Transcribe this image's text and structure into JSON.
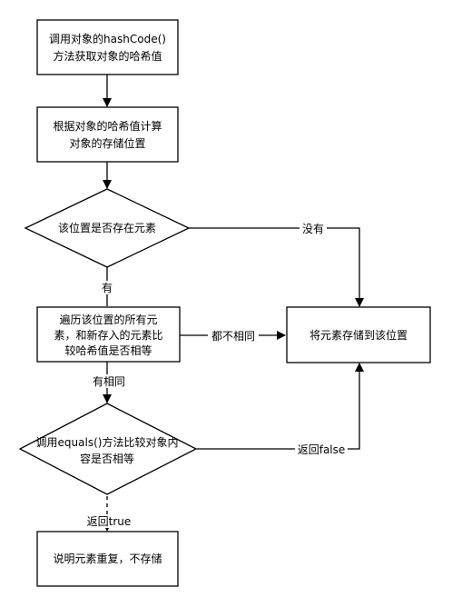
{
  "nodes": {
    "get_hash": {
      "lines": [
        "调用对象的hashCode()",
        "方法获取对象的哈希值"
      ]
    },
    "compute_pos": {
      "lines": [
        "根据对象的哈希值计算",
        "对象的存储位置"
      ]
    },
    "has_element": {
      "lines": [
        "该位置是否存在元素"
      ]
    },
    "traverse": {
      "lines": [
        "遍历该位置的所有元",
        "素，和新存入的元素比",
        "较哈希值是否相等"
      ]
    },
    "store": {
      "lines": [
        "将元素存储到该位置"
      ]
    },
    "equals_check": {
      "lines": [
        "调用equals()方法比较对象内",
        "容是否相等"
      ]
    },
    "duplicate": {
      "lines": [
        "说明元素重复，不存储"
      ]
    }
  },
  "edges": {
    "no_element": "没有",
    "has": "有",
    "all_differ": "都不相同",
    "some_same": "有相同",
    "return_false": "返回false",
    "return_true": "返回true"
  }
}
